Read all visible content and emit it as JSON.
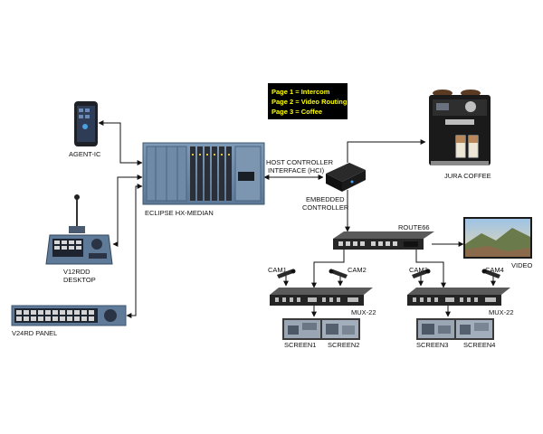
{
  "legend": {
    "lines": [
      "Page 1 = Intercom",
      "Page 2 = Video Routing",
      "Page 3 = Coffee"
    ],
    "background": "#000000",
    "text_color": "#ffff00"
  },
  "labels": {
    "agent_ic": "AGENT-IC",
    "v12rdd_line1": "V12RDD",
    "v12rdd_line2": "DESKTOP",
    "v24rd_panel": "V24RD PANEL",
    "eclipse": "ECLIPSE HX-MEDIAN",
    "hci_line1": "HOST CONTROLLER",
    "hci_line2": "INTERFACE (HCI)",
    "embedded_line1": "EMBEDDED",
    "embedded_line2": "CONTROLLER",
    "jura_coffee": "JURA COFFEE",
    "route66": "ROUTE66",
    "video": "VIDEO",
    "cam1": "CAM1",
    "cam2": "CAM2",
    "cam3": "CAM3",
    "cam4": "CAM4",
    "mux_left": "MUX-22",
    "mux_right": "MUX-22",
    "screen1": "SCREEN1",
    "screen2": "SCREEN2",
    "screen3": "SCREEN3",
    "screen4": "SCREEN4"
  }
}
